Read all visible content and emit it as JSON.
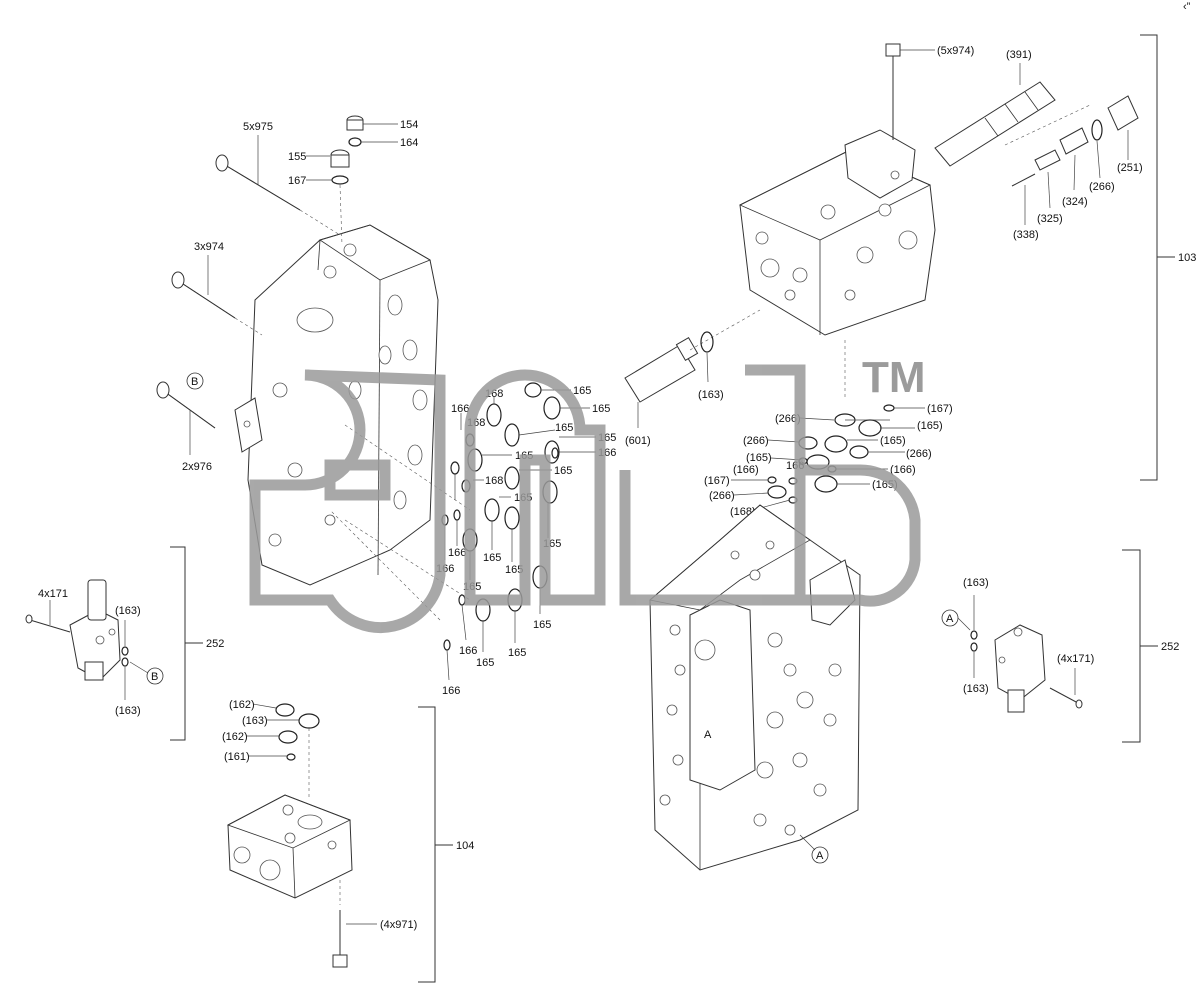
{
  "watermark": {
    "mark": "TM"
  },
  "corner_mark": "‹”",
  "groups": {
    "g103": "103",
    "g252_left": "252",
    "g252_right": "252",
    "g104": "104"
  },
  "callouts": {
    "c5x974": "(5x974)",
    "c391": "(391)",
    "c251": "(251)",
    "c266_top": "(266)",
    "c324": "(324)",
    "c325": "(325)",
    "c338": "(338)",
    "c163_mid": "(163)",
    "c601": "(601)",
    "c5x975": "5x975",
    "c154": "154",
    "c164": "164",
    "c155": "155",
    "c167_top": "167",
    "c3x974": "3x974",
    "cB_ref": "B",
    "c2x976": "2x976",
    "c165_a": "165",
    "c165_b": "165",
    "c168_a": "168",
    "c168_b": "168",
    "c166_a": "166",
    "c165_c": "165",
    "c165_d": "165",
    "c166_b": "166",
    "c165_e": "165",
    "c168_c": "168",
    "c165_f": "165",
    "c166_c": "166",
    "c165_g": "165",
    "c166_d": "166",
    "c165_h": "165",
    "c165_i": "165",
    "c165_j": "165",
    "c166_e": "166",
    "c165_k": "165",
    "c165_l": "165",
    "c166_f": "166",
    "r266_a": "(266)",
    "r167": "(167)",
    "r165_a": "(165)",
    "r266_b": "(266)",
    "r165_b": "(165)",
    "r165_c": "(165)",
    "r166_a": "166",
    "r266_c": "(266)",
    "r166_b": "(166)",
    "r166_c": "(166)",
    "r167_b": "(167)",
    "r266_d": "(266)",
    "r165_d": "(165)",
    "r168": "(168)",
    "l4x171": "4x171",
    "l163_a": "(163)",
    "l163_b": "(163)",
    "lB": "B",
    "m162_a": "(162)",
    "m163": "(163)",
    "m162_b": "(162)",
    "m161": "(161)",
    "m4x971": "(4x971)",
    "rA": "A",
    "r163_top": "(163)",
    "r163_bot": "(163)",
    "r4x171": "(4x171)",
    "bA": "A",
    "bodyA": "A"
  }
}
